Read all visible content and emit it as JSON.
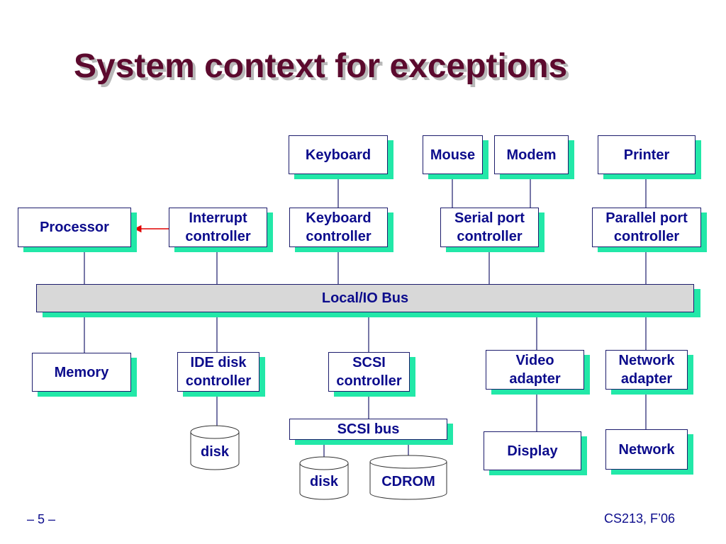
{
  "title": "System context for exceptions",
  "devices": {
    "keyboard": "Keyboard",
    "mouse": "Mouse",
    "modem": "Modem",
    "printer": "Printer"
  },
  "controllers": {
    "processor": "Processor",
    "interrupt": "Interrupt\ncontroller",
    "keyboard": "Keyboard\ncontroller",
    "serial_port": "Serial port\ncontroller",
    "parallel_port": "Parallel port\ncontroller"
  },
  "bus": "Local/IO Bus",
  "lower": {
    "memory": "Memory",
    "ide": "IDE disk\ncontroller",
    "scsi": "SCSI\ncontroller",
    "video": "Video\nadapter",
    "network_adapter": "Network\nadapter"
  },
  "scsi_bus": "SCSI bus",
  "storage": {
    "ide_disk": "disk",
    "scsi_disk": "disk",
    "cdrom": "CDROM"
  },
  "peripherals": {
    "display": "Display",
    "network": "Network"
  },
  "footer": {
    "page": "– 5 –",
    "course": "CS213, F’06"
  },
  "colors": {
    "title": "#5c0a2e",
    "text": "#0c0c8c",
    "shadow": "#22e8a8",
    "bus_fill": "#d8d8d8",
    "interrupt_arrow": "#e00000"
  }
}
